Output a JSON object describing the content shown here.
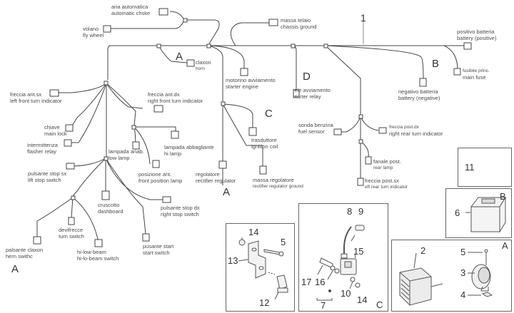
{
  "diagram": {
    "main_harness_label": "1",
    "connectors": [
      {
        "id": "automatic-choke",
        "it": "aria automatica",
        "en": "automatic chske"
      },
      {
        "id": "flywheel",
        "it": "volano",
        "en": "fly wheel"
      },
      {
        "id": "chassis-ground",
        "it": "massa telaio",
        "en": "chassis ground"
      },
      {
        "id": "battery-positive",
        "it": "positivo batteria",
        "en": "battery (positive)"
      },
      {
        "id": "horn",
        "it": "claxon",
        "en": "horn"
      },
      {
        "id": "starter-engine",
        "it": "motorino avviamento",
        "en": "starter engine"
      },
      {
        "id": "starter-relay",
        "it": "rele avviamento",
        "en": "starter relay"
      },
      {
        "id": "main-fuse",
        "it": "fusibile princ.",
        "en": "main fuse"
      },
      {
        "id": "battery-negative",
        "it": "negativo batteria",
        "en": "battery (negative)"
      },
      {
        "id": "left-front-turn",
        "it": "freccia ant.sx",
        "en": "left front turn indicator"
      },
      {
        "id": "right-front-turn",
        "it": "freccia ant.dx",
        "en": "right front turn indicator"
      },
      {
        "id": "main-lock",
        "it": "chiave",
        "en": "main lock"
      },
      {
        "id": "flasher-relay",
        "it": "intermittenza",
        "en": "flasher relay"
      },
      {
        "id": "ignition-coil",
        "it": "trasduttore",
        "en": "ignition coil"
      },
      {
        "id": "fuel-sensor",
        "it": "sonda benzina",
        "en": "fuel sensor"
      },
      {
        "id": "right-rear-turn",
        "it": "freccia post.dx",
        "en": "right rear turn indicator"
      },
      {
        "id": "low-lamp",
        "it": "lampada anab.",
        "en": "low lamp"
      },
      {
        "id": "hi-lamp",
        "it": "lampada abbagliante",
        "en": "hi lamp"
      },
      {
        "id": "left-stop-switch",
        "it": "pulsante stop sx",
        "en": "lift stop switch"
      },
      {
        "id": "front-position-lamp",
        "it": "posizione ant.",
        "en": "front position lamp"
      },
      {
        "id": "rectifier-regulator",
        "it": "regolatore",
        "en": "rectifier regulator"
      },
      {
        "id": "rear-lamp",
        "it": "fanale post.",
        "en": "rear lamp"
      },
      {
        "id": "rectifier-regulator-ground",
        "it": "massa regolatore",
        "en": "rectifier regulator ground"
      },
      {
        "id": "left-rear-turn",
        "it": "freccia post.sx",
        "en": "eft rear turn indicator"
      },
      {
        "id": "dashboard",
        "it": "cruscotto",
        "en": "dashboard"
      },
      {
        "id": "right-stop-switch",
        "it": "pulsante stop dx",
        "en": "right stop switch"
      },
      {
        "id": "turn-switch",
        "it": "devifrecce",
        "en": "turn switch"
      },
      {
        "id": "start-switch",
        "it": "pusante start",
        "en": "start switch"
      },
      {
        "id": "horn-switch",
        "it": "palsante claxon",
        "en": "hern swithc"
      },
      {
        "id": "hi-lo-beam-switch",
        "it": "hi-low-beam",
        "en": "hi-lo-beam switch"
      }
    ],
    "group_letters": {
      "a1": "A",
      "a2": "A",
      "a3": "A",
      "b": "B",
      "c": "C",
      "d": "D"
    },
    "panels": {
      "relay": {
        "parts": [
          "11"
        ]
      },
      "battery": {
        "letter": "B",
        "parts": [
          "6"
        ]
      },
      "bracket": {
        "parts": [
          "14",
          "5",
          "13",
          "12"
        ]
      },
      "coil": {
        "letter": "C",
        "parts": [
          "8",
          "9",
          "15",
          "17",
          "16",
          "7",
          "10",
          "14"
        ]
      },
      "regulator": {
        "letter": "A",
        "parts": [
          "2",
          "5",
          "3",
          "4"
        ]
      }
    }
  }
}
